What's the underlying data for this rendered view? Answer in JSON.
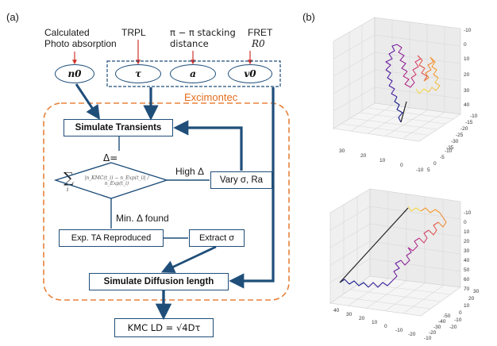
{
  "panel_a": {
    "panel_label": "(a)",
    "inputs": {
      "photo_absorption_label": "Calculated\nPhoto absorption",
      "trpl_label": "TRPL",
      "stacking_label": "π − π stacking\ndistance",
      "fret_label": "FRET",
      "fret_r0": "R0",
      "oval_n0": "n0",
      "oval_tau": "τ",
      "oval_a": "a",
      "oval_v0": "v0"
    },
    "excimontec_label": "Excimontec",
    "simulate_transients": "Simulate Transients",
    "delta_eq": "Δ=",
    "formula_text": "|n_KMC(t_i) − n_Exp(t_i)| / n_Exp(t_i)",
    "sum_symbol": "∑",
    "sum_index": "i",
    "high_delta": "High Δ",
    "vary_label": "Vary σ, Ra",
    "min_delta": "Min. Δ found",
    "exp_ta": "Exp. TA Reproduced",
    "extract_sigma": "Extract σ",
    "simulate_diffusion": "Simulate Diffusion length",
    "kmc_result": "KMC LD = √4Dτ",
    "colors": {
      "accent_blue": "#1f4e79",
      "dashed_orange": "#e8823b",
      "excimontec_text": "#e36c1c",
      "input_arrow_red": "#d0342c"
    }
  },
  "panel_b": {
    "panel_label": "(b)",
    "top_plot": {
      "right_axis_ticks": [
        "-10",
        "0",
        "10",
        "20",
        "30",
        "40"
      ],
      "depth_ticks": [
        "-35",
        "-30",
        "-25",
        "-20",
        "-15",
        "-10"
      ],
      "left_ticks": [
        "30",
        "20",
        "10",
        "0",
        "-10"
      ],
      "front_ticks": [
        "5",
        "0",
        "-5",
        "-10"
      ]
    },
    "bottom_plot": {
      "right_axis_ticks": [
        "-10",
        "0",
        "10",
        "20",
        "30",
        "40",
        "50",
        "60",
        "70"
      ],
      "depth_ticks": [
        "-20",
        "-10",
        "0",
        "10",
        "20",
        "30"
      ],
      "left_ticks": [
        "40",
        "30",
        "20",
        "10",
        "0",
        "-10",
        "-20"
      ],
      "front_ticks": [
        "-10",
        "-20",
        "-30",
        "-40",
        "-50"
      ]
    },
    "colormap": [
      "#1b1f8a",
      "#6a1fa1",
      "#b32d8a",
      "#e2574c",
      "#f59a2c",
      "#f3d84a"
    ]
  }
}
